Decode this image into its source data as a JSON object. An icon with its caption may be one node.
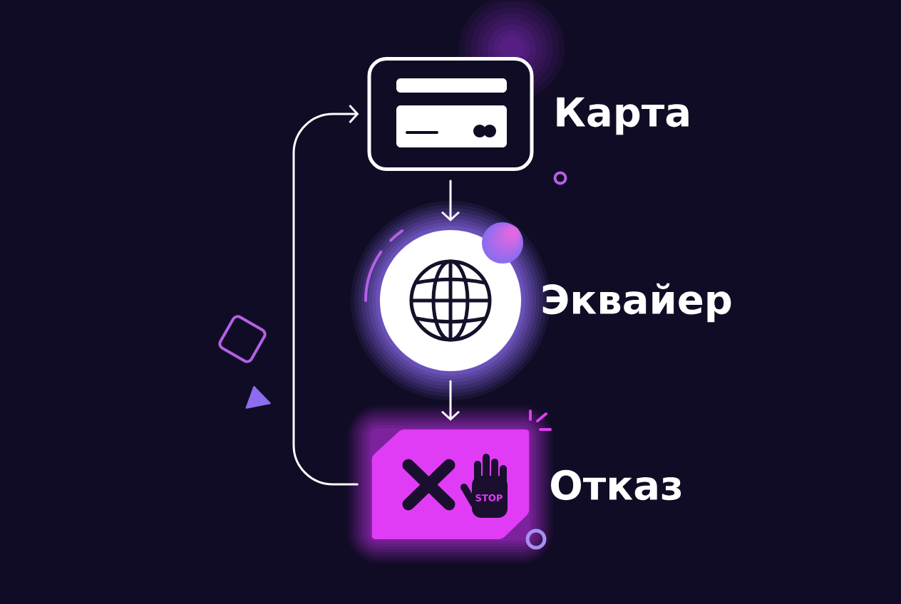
{
  "diagram": {
    "nodes": [
      {
        "text": [],
        "shape": "box",
        "beside": [
          "Карта"
        ]
      },
      {
        "text": [],
        "shape": "circle",
        "beside": [
          "Эквайер"
        ]
      },
      {
        "text": [],
        "shape": "box",
        "beside": [
          "Отказ"
        ]
      }
    ],
    "edges": [
      {
        "from": 0,
        "to": 1,
        "arrow": "to"
      },
      {
        "from": 1,
        "to": 2,
        "arrow": "to"
      },
      {
        "from": 2,
        "to": 0,
        "arrow": "to"
      }
    ],
    "labels": [
      "STOP"
    ]
  }
}
